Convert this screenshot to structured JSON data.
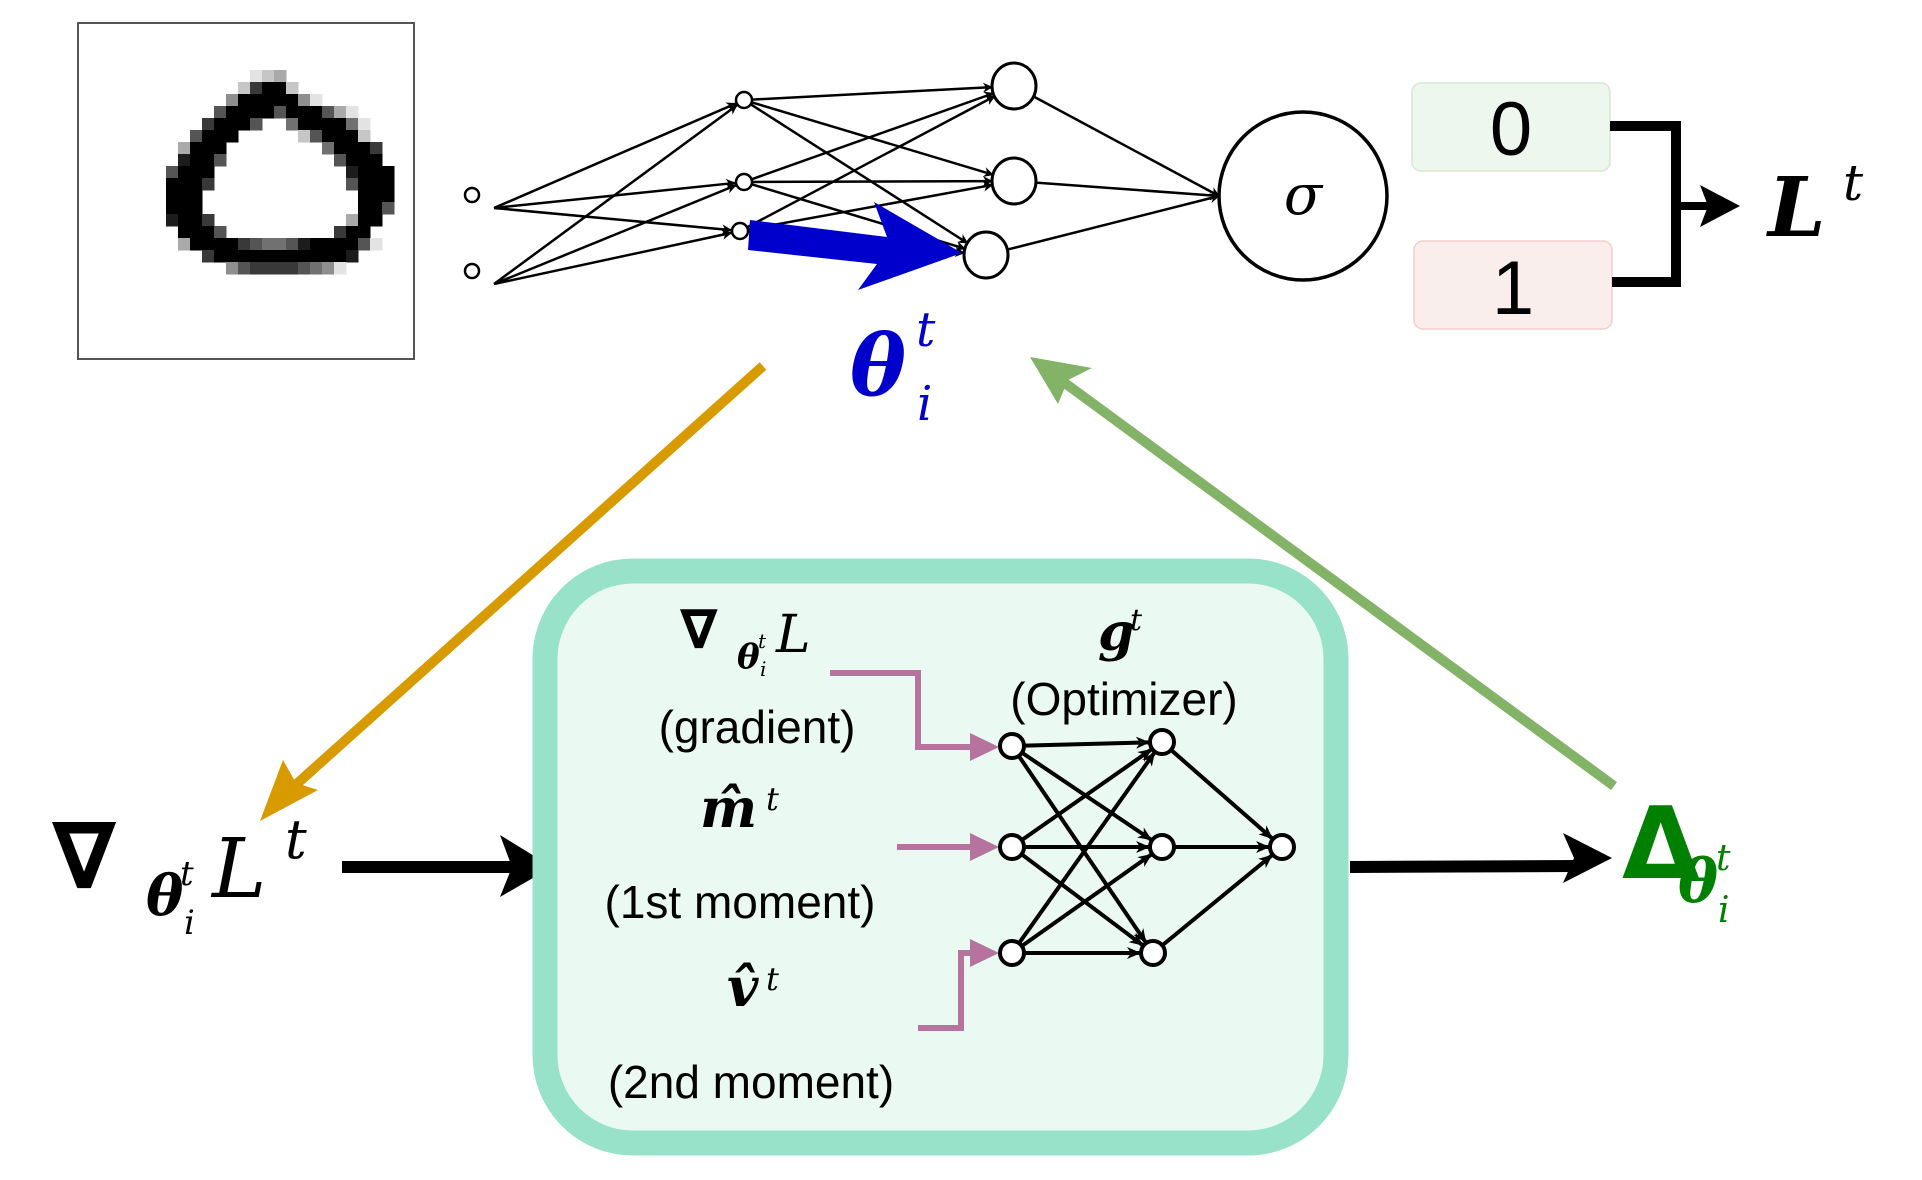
{
  "diagram": {
    "title": "Learned optimizer update loop",
    "colors": {
      "theta_blue": "#0000cc",
      "orange_arrow": "#d79b00",
      "green_arrow": "#82b366",
      "delta_green": "#008000",
      "teal_border": "#97e2c9",
      "teal_fill": "#eafaf3",
      "pink_arrow": "#b5739d",
      "label0_fill": "#eef7ee",
      "label1_fill": "#faeeec"
    },
    "input_image": {
      "description": "handwritten digit 0 (MNIST)"
    },
    "network": {
      "layers": [
        2,
        3,
        3
      ],
      "highlighted_weight_label": {
        "symbol": "θ",
        "sup": "t",
        "sub": "i"
      },
      "activation": "σ"
    },
    "labels": {
      "class_0": "0",
      "class_1": "1",
      "loss": {
        "symbol": "L",
        "sup": "t"
      }
    },
    "gradient_node": {
      "nabla": "∇",
      "theta": "θ",
      "sup": "t",
      "sub": "i",
      "symbol": "L",
      "symbol_sup": "t"
    },
    "optimizer_box": {
      "inputs": [
        {
          "math": {
            "nabla": "∇",
            "theta": "θ",
            "sup": "t",
            "sub": "i",
            "symbol": "L"
          },
          "caption": "(gradient)"
        },
        {
          "math": {
            "symbol": "m̂",
            "sup": "t"
          },
          "caption": "(1st moment)"
        },
        {
          "math": {
            "symbol": "v̂",
            "sup": "t"
          },
          "caption": "(2nd moment)"
        }
      ],
      "optimizer": {
        "symbol": "g",
        "sup": "t",
        "caption": "(Optimizer)"
      },
      "network_layers": [
        3,
        3,
        1
      ]
    },
    "update_node": {
      "delta": "Δ",
      "theta": "θ",
      "sup": "t",
      "sub": "i"
    }
  }
}
